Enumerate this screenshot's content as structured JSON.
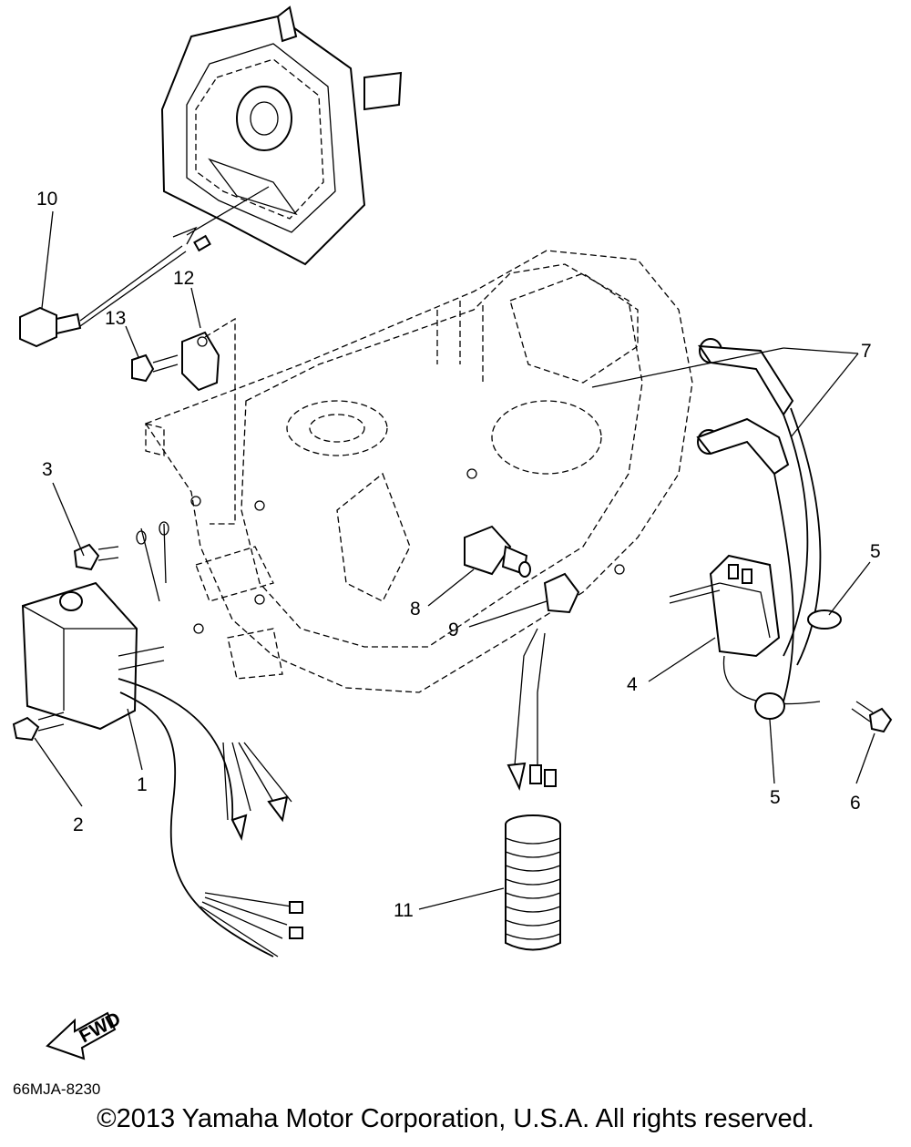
{
  "callouts": [
    {
      "num": "1"
    },
    {
      "num": "2"
    },
    {
      "num": "3"
    },
    {
      "num": "4"
    },
    {
      "num": "5"
    },
    {
      "num": "5"
    },
    {
      "num": "6"
    },
    {
      "num": "7"
    },
    {
      "num": "8"
    },
    {
      "num": "9"
    },
    {
      "num": "10"
    },
    {
      "num": "11"
    },
    {
      "num": "12"
    },
    {
      "num": "13"
    }
  ],
  "fwd_label": "FWD",
  "diagram_code": "66MJA-8230",
  "copyright": "©2013 Yamaha Motor Corporation, U.S.A. All rights reserved."
}
